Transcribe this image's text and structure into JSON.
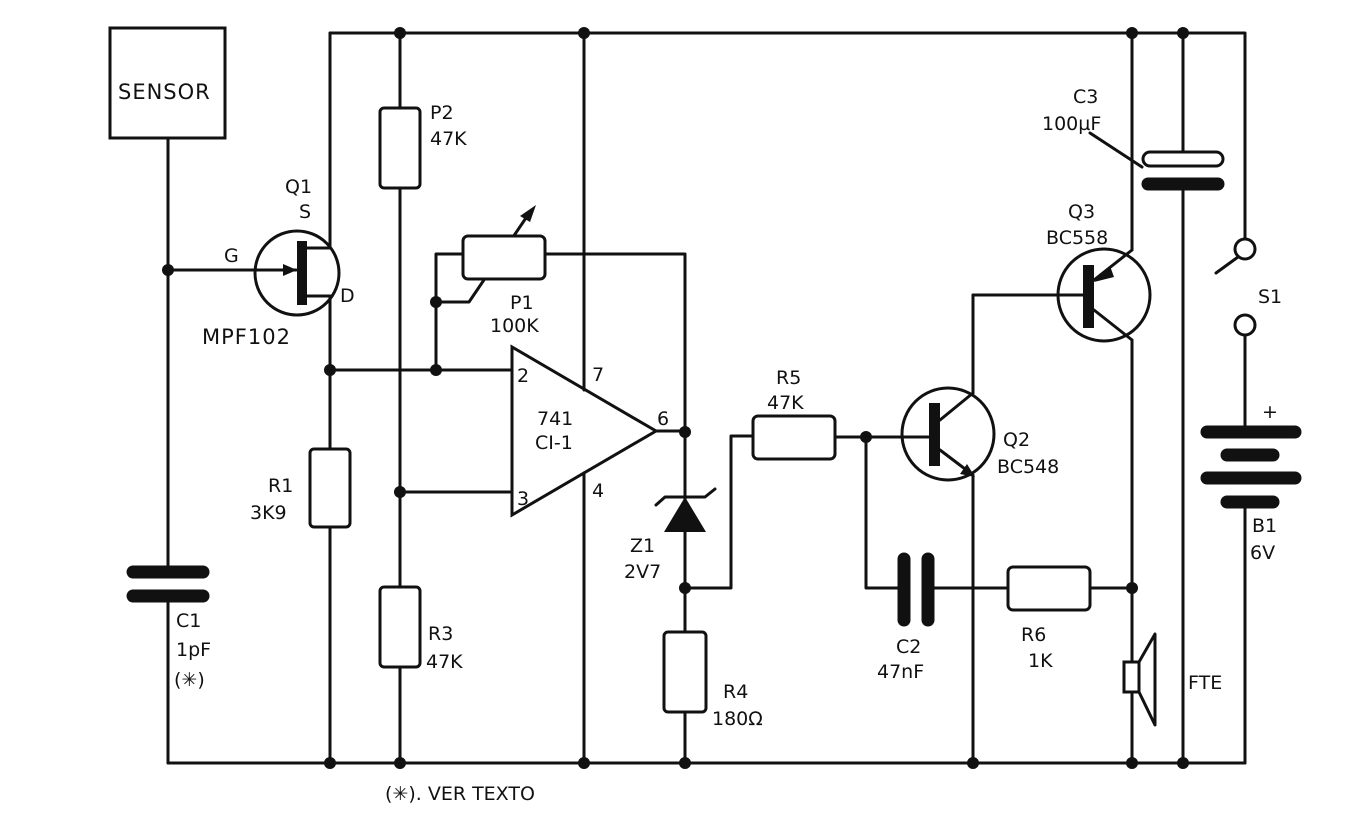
{
  "diagram": {
    "type": "electronic-schematic",
    "footnote": "(✳). VER TEXTO",
    "sensor": {
      "label": "SENSOR"
    },
    "components": {
      "Q1": {
        "ref": "Q1",
        "part": "MPF102",
        "pins": {
          "gate": "G",
          "source": "S",
          "drain": "D"
        }
      },
      "C1": {
        "ref": "C1",
        "value": "1pF",
        "note": "(✳)"
      },
      "R1": {
        "ref": "R1",
        "value": "3K9"
      },
      "P2": {
        "ref": "P2",
        "value": "47K"
      },
      "R3": {
        "ref": "R3",
        "value": "47K"
      },
      "P1": {
        "ref": "P1",
        "value": "100K"
      },
      "IC1": {
        "part": "741",
        "ref": "CI-1",
        "pins": {
          "inv": "2",
          "noninv": "3",
          "vcc": "7",
          "gnd": "4",
          "out": "6"
        }
      },
      "Z1": {
        "ref": "Z1",
        "value": "2V7"
      },
      "R4": {
        "ref": "R4",
        "value": "180Ω"
      },
      "R5": {
        "ref": "R5",
        "value": "47K"
      },
      "Q2": {
        "ref": "Q2",
        "part": "BC548"
      },
      "Q3": {
        "ref": "Q3",
        "part": "BC558"
      },
      "C2": {
        "ref": "C2",
        "value": "47nF"
      },
      "R6": {
        "ref": "R6",
        "value": "1K"
      },
      "C3": {
        "ref": "C3",
        "value": "100µF"
      },
      "S1": {
        "ref": "S1"
      },
      "B1": {
        "ref": "B1",
        "value": "6V",
        "polarity": "+"
      },
      "FTE": {
        "ref": "FTE"
      }
    }
  }
}
